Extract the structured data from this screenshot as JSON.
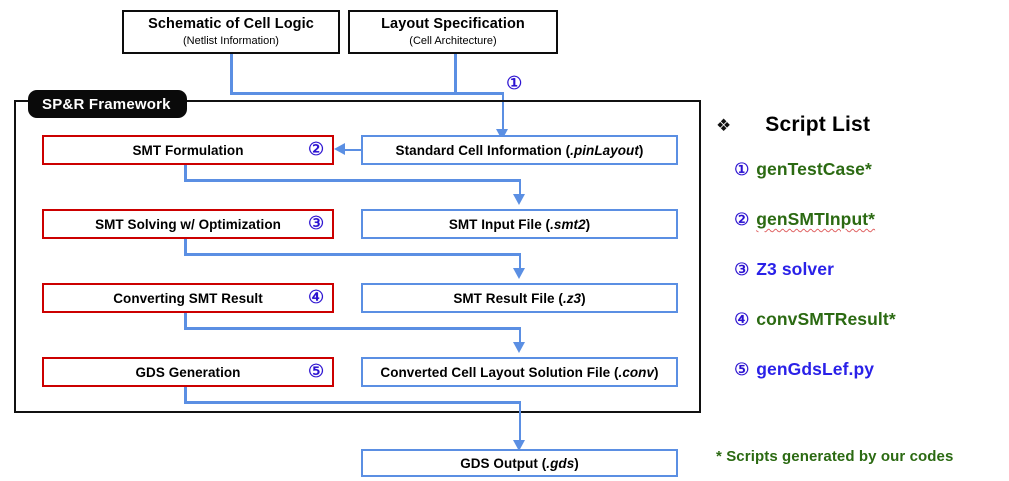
{
  "inputs": [
    {
      "title": "Schematic of Cell Logic",
      "subtitle": "(Netlist Information)"
    },
    {
      "title": "Layout Specification",
      "subtitle": "(Cell Architecture)"
    }
  ],
  "framework": {
    "label": "SP&R Framework",
    "entry_marker": "①",
    "steps": [
      {
        "marker": "②",
        "label": "SMT Formulation"
      },
      {
        "marker": "③",
        "label": "SMT Solving w/ Optimization"
      },
      {
        "marker": "④",
        "label": "Converting SMT Result"
      },
      {
        "marker": "⑤",
        "label": "GDS Generation"
      }
    ],
    "files": [
      {
        "name": "Standard Cell Information (",
        "ext": ".pinLayout",
        "close": ")"
      },
      {
        "name": "SMT Input File (",
        "ext": ".smt2",
        "close": ")"
      },
      {
        "name": "SMT Result File (",
        "ext": ".z3",
        "close": ")"
      },
      {
        "name": "Converted Cell Layout Solution File (",
        "ext": ".conv",
        "close": ")"
      }
    ]
  },
  "output": {
    "name": "GDS Output (",
    "ext": ".gds",
    "close": ")"
  },
  "script_list": {
    "bullet": "❖",
    "title": "Script List",
    "items": [
      {
        "marker": "①",
        "label": "genTestCase*",
        "color": "#2b6a12",
        "spellcheck_underline": false
      },
      {
        "marker": "②",
        "label": "genSMTInput*",
        "color": "#2b6a12",
        "spellcheck_underline": true
      },
      {
        "marker": "③",
        "label": "Z3 solver",
        "color": "#2a21e8",
        "spellcheck_underline": false
      },
      {
        "marker": "④",
        "label": "convSMTResult*",
        "color": "#2b6a12",
        "spellcheck_underline": false
      },
      {
        "marker": "⑤",
        "label": "genGdsLef.py",
        "color": "#2a21e8",
        "spellcheck_underline": false
      }
    ],
    "footnote": "* Scripts generated by our codes"
  },
  "colors": {
    "step_border": "#cc0000",
    "file_border": "#5b8fe3",
    "input_border": "#0d0d0d",
    "marker": "#2a10d0",
    "script_green": "#2b6a12",
    "script_blue": "#2a21e8"
  }
}
